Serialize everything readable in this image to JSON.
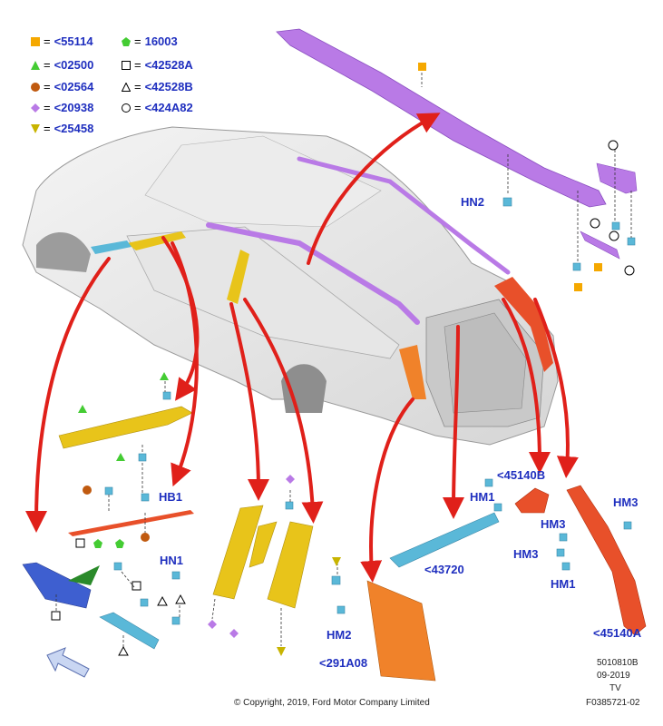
{
  "legend": [
    {
      "symbol": "square",
      "color": "#f5a800",
      "code": "<55114"
    },
    {
      "symbol": "triangle",
      "color": "#44cc33",
      "code": "<02500"
    },
    {
      "symbol": "circle",
      "color": "#c05a10",
      "code": "<02564"
    },
    {
      "symbol": "diamond",
      "color": "#b97ae6",
      "code": "<20938"
    },
    {
      "symbol": "triangle-down",
      "color": "#c8b400",
      "code": "<25458"
    },
    {
      "symbol": "pentagon",
      "color": "#44cc33",
      "code": "16003"
    },
    {
      "symbol": "square-outline",
      "color": "#000000",
      "code": "<42528A"
    },
    {
      "symbol": "triangle-outline",
      "color": "#000000",
      "code": "<42528B"
    },
    {
      "symbol": "circle-outline",
      "color": "#000000",
      "code": "<424A82"
    }
  ],
  "equals_sign": "=",
  "callouts": {
    "hn2": "HN2",
    "hb1": "HB1",
    "hn1": "HN1",
    "hm2": "HM2",
    "hm1_left": "HM1",
    "hm1_right": "HM1",
    "hm3_top": "HM3",
    "hm3_mid": "HM3",
    "hm3_low": "HM3",
    "p45140b": "<45140B",
    "p43720": "<43720",
    "p291a08": "<291A08",
    "p45140a": "<45140A"
  },
  "meta": {
    "code1": "5010810B",
    "date": "09-2019",
    "tv": "TV",
    "ref": "F0385721-02"
  },
  "copyright": "© Copyright, 2019, Ford Motor Company Limited",
  "colors": {
    "label_blue": "#1f2fbf",
    "arrow_red": "#e0201a",
    "roof_purple": "#b97ae6",
    "pillar_yellow": "#e8c41a",
    "trim_orange": "#f0822a",
    "trim_red": "#e8502a",
    "clip_teal": "#5ab8d8",
    "sill_blue": "#3e5fd0"
  }
}
